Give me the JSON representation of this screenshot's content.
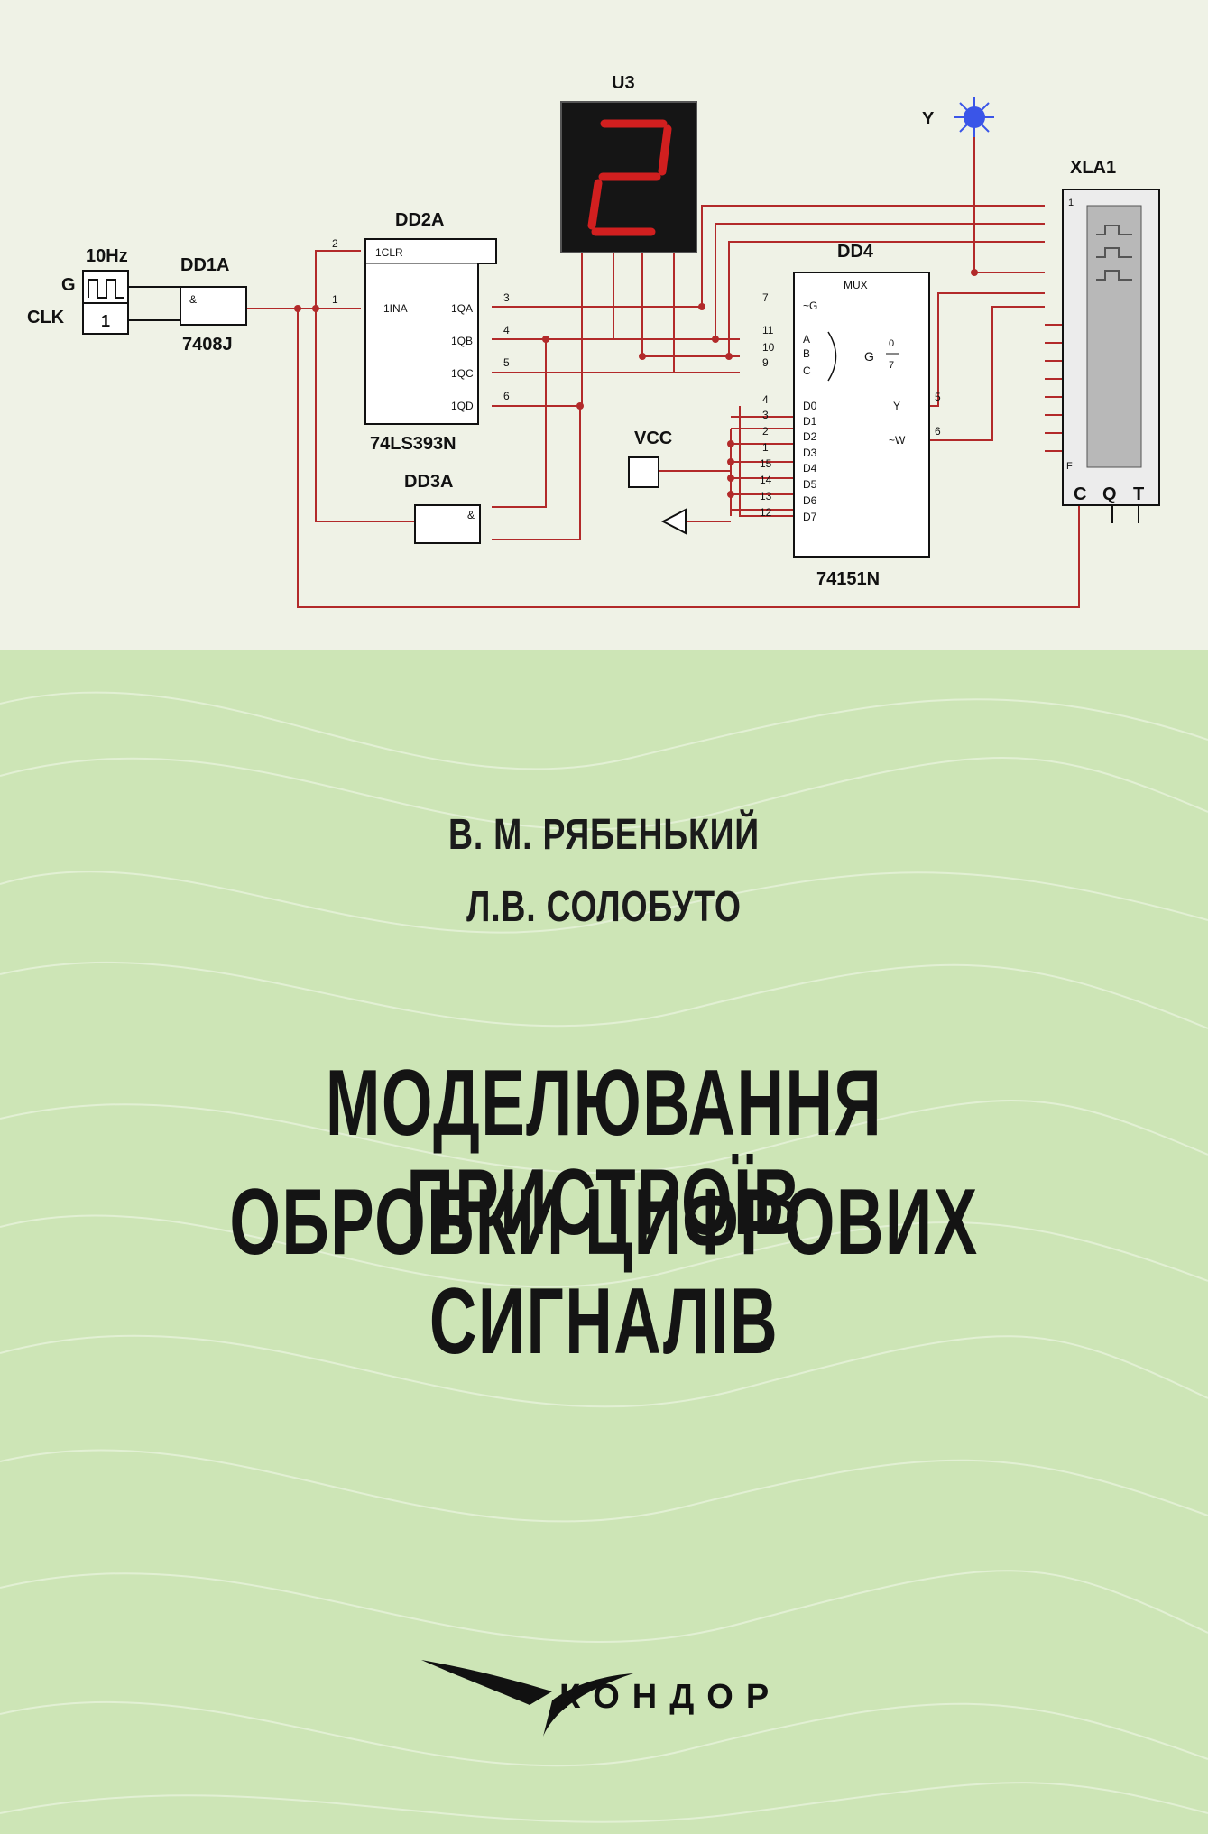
{
  "cover": {
    "authors": [
      "В. М. РЯБЕНЬКИЙ",
      "Л.В. СОЛОБУТО"
    ],
    "title_lines": [
      "МОДЕЛЮВАННЯ ПРИСТРОЇВ",
      "ОБРОБКИ ЦИФРОВИХ СИГНАЛІВ"
    ],
    "publisher": "КОНДОР"
  },
  "schematic": {
    "generator": {
      "freq": "10Hz",
      "label_g": "G",
      "label_clk": "CLK",
      "value": "1"
    },
    "dd1a": {
      "name": "DD1A",
      "part": "7408J",
      "symbol": "&"
    },
    "dd2a": {
      "name": "DD2A",
      "part": "74LS393N",
      "pin_clr": "1CLR",
      "pin_in": "1INA",
      "outputs": [
        "1QA",
        "1QB",
        "1QC",
        "1QD"
      ],
      "pin_nums": [
        "2",
        "1",
        "3",
        "4",
        "5",
        "6"
      ]
    },
    "dd3a": {
      "name": "DD3A",
      "symbol": "&"
    },
    "u3": {
      "name": "U3",
      "digit": "2"
    },
    "probe": {
      "label": "Y"
    },
    "dd4": {
      "name": "DD4",
      "part": "74151N",
      "header": "MUX",
      "inputs_left": [
        "~G",
        "A",
        "B",
        "C",
        "D0",
        "D1",
        "D2",
        "D3",
        "D4",
        "D5",
        "D6",
        "D7"
      ],
      "pins_left": [
        "7",
        "11",
        "10",
        "9",
        "4",
        "3",
        "2",
        "1",
        "15",
        "14",
        "13",
        "12"
      ],
      "g_label": "G",
      "g_range_top": "0",
      "g_range_bottom": "7",
      "out_y": "Y",
      "out_w": "~W",
      "pins_right": [
        "5",
        "6"
      ]
    },
    "vcc": {
      "label": "VCC"
    },
    "xla1": {
      "name": "XLA1",
      "pin_top": "1",
      "pin_bottom": "F",
      "bottom_labels": [
        "C",
        "Q",
        "T"
      ]
    }
  },
  "colors": {
    "wire": "#b22a2a",
    "background_green": "#cde5b6",
    "panel": "#eff2e6",
    "probe": "#3a55e8"
  }
}
